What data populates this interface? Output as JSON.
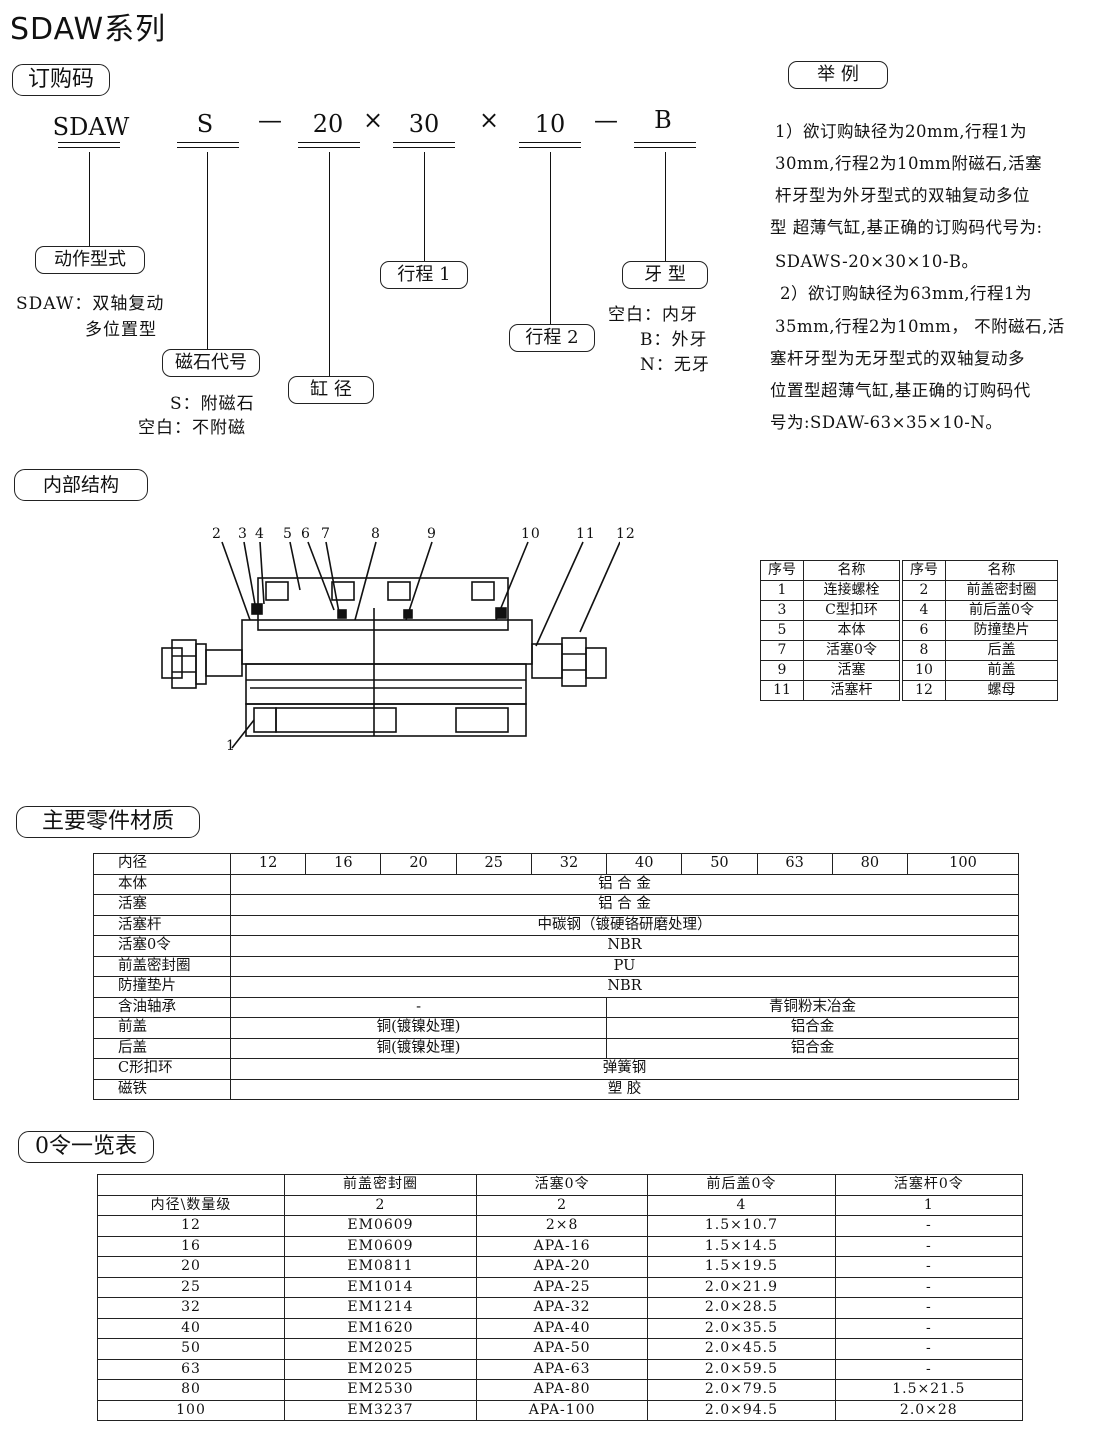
{
  "title": "SDAW系列",
  "order_code": {
    "label": "订购码",
    "parts": [
      "SDAW",
      "S",
      "20",
      "30",
      "10",
      "B"
    ],
    "dash": "—",
    "times": "×",
    "action": {
      "label": "动作型式",
      "lines": [
        "SDAW：双轴复动",
        "多位置型"
      ]
    },
    "magnet": {
      "label": "磁石代号",
      "lines": [
        "S：附磁石",
        "空白：不附磁"
      ]
    },
    "bore": {
      "label": "缸 径"
    },
    "stroke1": {
      "label": "行程 1"
    },
    "stroke2": {
      "label": "行程 2"
    },
    "thread": {
      "label": "牙 型",
      "lines": [
        "空白：内牙",
        "B：外牙",
        "N：无牙"
      ]
    }
  },
  "example": {
    "label": "举 例",
    "lines": [
      "1）欲订购缺径为20mm,行程1为",
      "30mm,行程2为10mm附磁石,活塞",
      "杆牙型为外牙型式的双轴复动多位",
      "型 超薄气缸,基正确的订购码代号为:",
      "SDAWS-20×30×10-B。",
      "2）欲订购缺径为63mm,行程1为",
      "35mm,行程2为10mm， 不附磁石,活",
      "塞杆牙型为无牙型式的双轴复动多",
      "位置型超薄气缸,基正确的订购码代",
      "号为:SDAW-63×35×10-N。"
    ]
  },
  "internal": {
    "label": "内部结构",
    "numbers": [
      "2",
      "3",
      "4",
      "5",
      "6",
      "7",
      "8",
      "9",
      "10",
      "11",
      "12",
      "1"
    ]
  },
  "parts_table": {
    "header": [
      "序号",
      "名称",
      "序号",
      "名称"
    ],
    "rows": [
      [
        "1",
        "连接螺栓",
        "2",
        "前盖密封圈"
      ],
      [
        "3",
        "C型扣环",
        "4",
        "前后盖0令"
      ],
      [
        "5",
        "本体",
        "6",
        "防撞垫片"
      ],
      [
        "7",
        "活塞0令",
        "8",
        "后盖"
      ],
      [
        "9",
        "活塞",
        "10",
        "前盖"
      ],
      [
        "11",
        "活塞杆",
        "12",
        "螺母"
      ]
    ]
  },
  "materials": {
    "label": "主要零件材质",
    "header_label": "内径",
    "bores": [
      "12",
      "16",
      "20",
      "25",
      "32",
      "40",
      "50",
      "63",
      "80",
      "100"
    ],
    "rows": [
      {
        "label": "本体",
        "values": [
          "铝 合 金"
        ]
      },
      {
        "label": "活塞",
        "values": [
          "铝 合 金"
        ]
      },
      {
        "label": "活塞杆",
        "values": [
          "中碳钢（镀硬铬研磨处理）"
        ]
      },
      {
        "label": "活塞0令",
        "values": [
          "NBR"
        ]
      },
      {
        "label": "前盖密封圈",
        "values": [
          "PU"
        ]
      },
      {
        "label": "防撞垫片",
        "values": [
          "NBR"
        ]
      },
      {
        "label": "含油轴承",
        "values": [
          "-",
          "青铜粉末冶金"
        ]
      },
      {
        "label": "前盖",
        "values": [
          "铜(镀镍处理)",
          "铝合金"
        ]
      },
      {
        "label": "后盖",
        "values": [
          "铜(镀镍处理)",
          "铝合金"
        ]
      },
      {
        "label": "C形扣环",
        "values": [
          "弹簧钢"
        ]
      },
      {
        "label": "磁铁",
        "values": [
          "塑 胶"
        ]
      }
    ]
  },
  "oring": {
    "label": "0令一览表",
    "header": [
      "",
      "前盖密封圈",
      "活塞0令",
      "前后盖0令",
      "活塞杆0令"
    ],
    "qty_label": "内径\\数量级",
    "qty": [
      "2",
      "2",
      "4",
      "1"
    ],
    "rows": [
      [
        "12",
        "EM0609",
        "2×8",
        "1.5×10.7",
        "-"
      ],
      [
        "16",
        "EM0609",
        "APA-16",
        "1.5×14.5",
        "-"
      ],
      [
        "20",
        "EM0811",
        "APA-20",
        "1.5×19.5",
        "-"
      ],
      [
        "25",
        "EM1014",
        "APA-25",
        "2.0×21.9",
        "-"
      ],
      [
        "32",
        "EM1214",
        "APA-32",
        "2.0×28.5",
        "-"
      ],
      [
        "40",
        "EM1620",
        "APA-40",
        "2.0×35.5",
        "-"
      ],
      [
        "50",
        "EM2025",
        "APA-50",
        "2.0×45.5",
        "-"
      ],
      [
        "63",
        "EM2025",
        "APA-63",
        "2.0×59.5",
        "-"
      ],
      [
        "80",
        "EM2530",
        "APA-80",
        "2.0×79.5",
        "1.5×21.5"
      ],
      [
        "100",
        "EM3237",
        "APA-100",
        "2.0×94.5",
        "2.0×28"
      ]
    ]
  }
}
